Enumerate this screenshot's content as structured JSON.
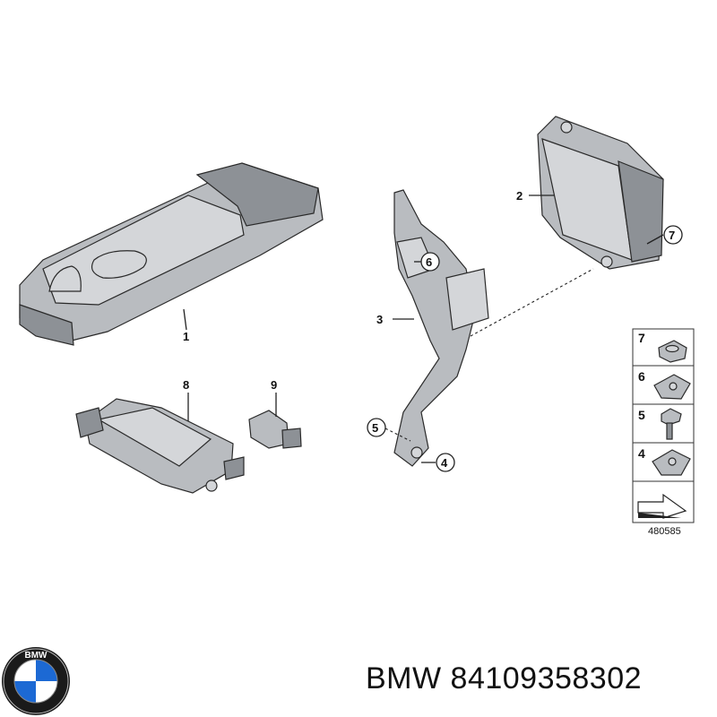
{
  "callouts": {
    "c1": "1",
    "c2": "2",
    "c3": "3",
    "c4": "4",
    "c5": "5",
    "c6": "6",
    "c7": "7",
    "c8": "8",
    "c9": "9"
  },
  "fastener_panel": {
    "items": [
      {
        "label": "7",
        "icon": "nut-icon"
      },
      {
        "label": "6",
        "icon": "clip-nut-icon"
      },
      {
        "label": "5",
        "icon": "screw-icon"
      },
      {
        "label": "4",
        "icon": "speed-nut-icon"
      }
    ],
    "arrow_icon": "direction-arrow-icon"
  },
  "reference_number": "480585",
  "logo": {
    "text": "BMW",
    "icon": "bmw-roundel-icon"
  },
  "part_label": "BMW 84109358302",
  "colors": {
    "part": "#b9bcc0",
    "outline": "#2a2a2a",
    "logo_blue": "#1c69d4"
  }
}
